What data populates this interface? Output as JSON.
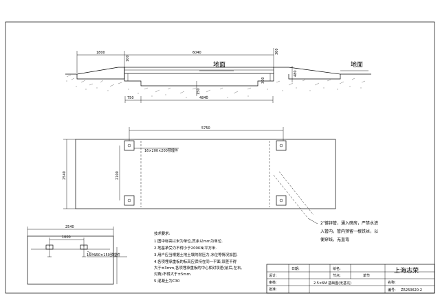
{
  "side_view": {
    "dim_left": "1800",
    "dim_top": "6040",
    "dim_top_height": "100",
    "dim_right_height": "300",
    "ground_left": "地面",
    "ground_right": "地面",
    "dim_right_depth": "480",
    "dim_pit_right": "300",
    "dim_center_height": "150",
    "dim_bottom_left": "750",
    "dim_bottom": "4840"
  },
  "plan_view": {
    "dim_top": "5750",
    "dim_left": "2540",
    "dim_inner": "2100",
    "plate_label": "16×200×200预埋件"
  },
  "detail_view": {
    "dim_width": "2540",
    "dim_inner": "1000",
    "plate_label": "16×150×150预埋件"
  },
  "conduit_note": [
    "2″镀锌管，通入磅房，严禁水进",
    "入管内，管内预留一根铁丝，以",
    "便穿线，无直弯"
  ],
  "notes": {
    "title": "技术要求:",
    "items": [
      "1.图中标高以米为单位,其余以mm为单位.",
      "2.地基承受力不得小于200KN/平方米.",
      "3.用户应当根据土地土壤的耐压力,水位等情况加固.",
      "4.各项埋承重板的标高应保持在同一平面,误差不得",
      "大于±3mm,各项埋承重板的中心相对误差(前后,左右,",
      "对角)不得大于±5mm.",
      "5.混凝土为C30"
    ]
  },
  "title_block": {
    "date_label": "日期:",
    "design_label": "设计:",
    "check_label": "审核:",
    "approve_label": "批准:",
    "drawn_label": "绘名:",
    "node_label": "节点:",
    "unit_label": "单节",
    "drawing_title": "2.5×6M 基础图(无基坑)",
    "company": "上海志荣",
    "name_label": "名称:",
    "number_label": "编号:",
    "number_value": "ZR250620-2"
  }
}
